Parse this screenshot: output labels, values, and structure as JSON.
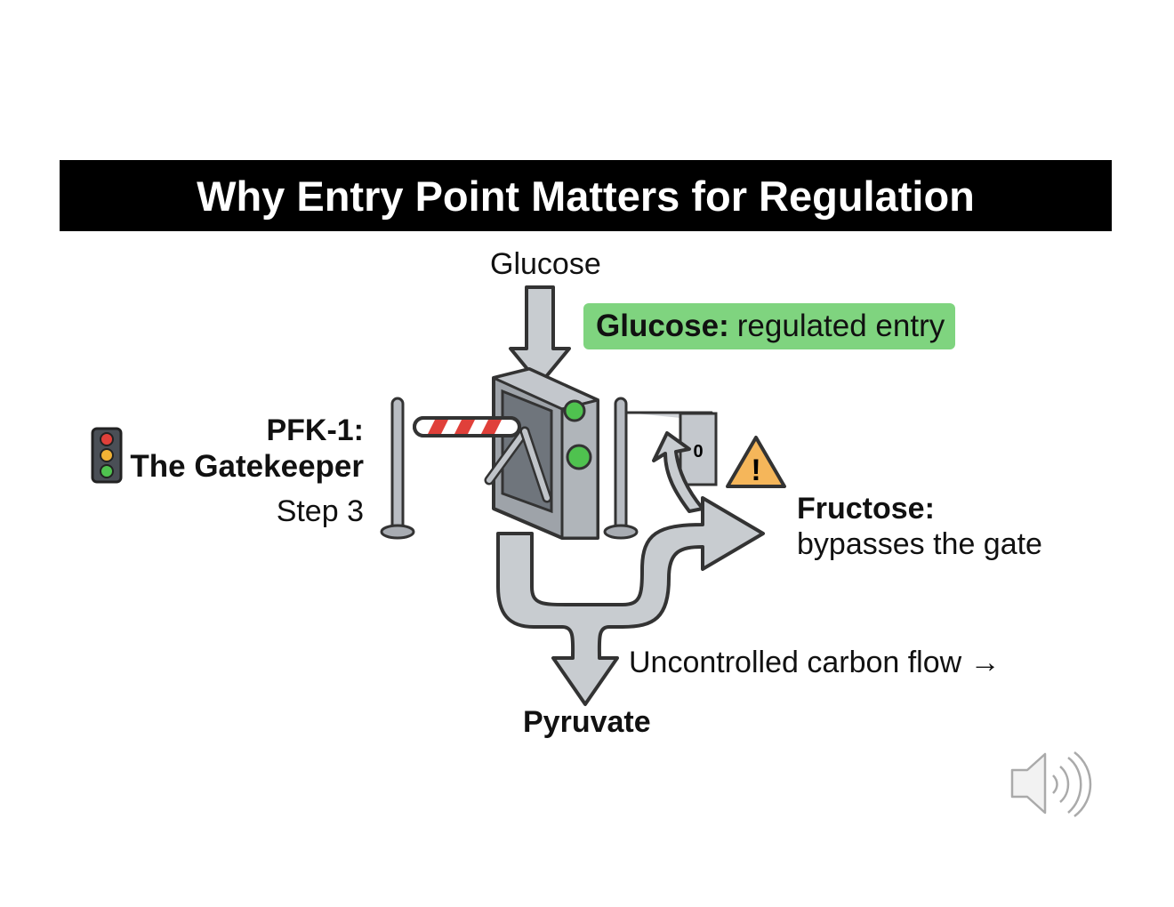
{
  "title": "Why Entry Point Matters for Regulation",
  "labels": {
    "glucose_top": "Glucose",
    "glucose_badge_bold": "Glucose:",
    "glucose_badge_rest": "regulated entry",
    "pfk_title": "PFK-1:",
    "pfk_subtitle": "The Gatekeeper",
    "pfk_step": "Step 3",
    "fructose_title": "Fructose:",
    "fructose_subtitle": "bypasses the gate",
    "uncontrolled": "Uncontrolled carbon flow →",
    "pyruvate": "Pyruvate",
    "warning_symbol": "!"
  },
  "colors": {
    "badge_green": "#7fd47f",
    "gate_light_green": "#4fc24f",
    "arrow_gray": "#c8ccd0",
    "warning_orange": "#f5b65a",
    "barrier_red": "#e0403a"
  },
  "icons": [
    "traffic-light-icon",
    "turnstile-gate-icon",
    "warning-icon",
    "speaker-icon"
  ]
}
